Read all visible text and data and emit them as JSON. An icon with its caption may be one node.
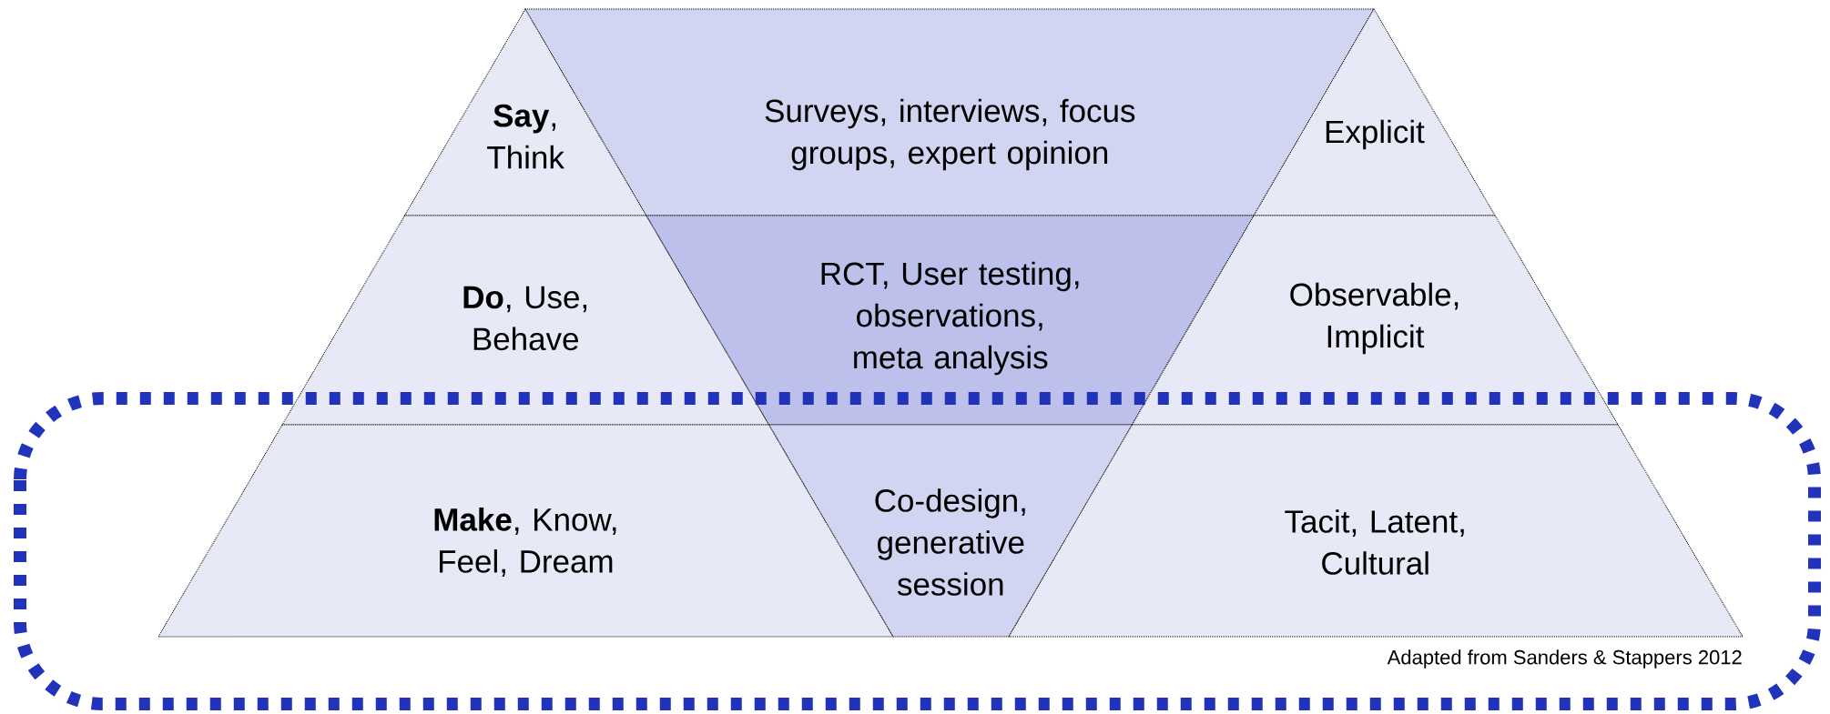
{
  "diagram": {
    "caption": "Adapted from Sanders & Stappers 2012",
    "nodes": [
      {
        "text": [
          "**Say**, Think"
        ]
      },
      {
        "text": [
          "Surveys, interviews, focus groups, expert opinion"
        ]
      },
      {
        "text": [
          "Explicit"
        ]
      },
      {
        "text": [
          "**Do**, Use, Behave"
        ]
      },
      {
        "text": [
          "RCT, User testing, observations, meta analysis"
        ]
      },
      {
        "text": [
          "Observable, Implicit"
        ]
      },
      {
        "text": [
          "**Make**, Know, Feel, Dream"
        ]
      },
      {
        "text": [
          "Co-design, generative session"
        ]
      },
      {
        "text": [
          "Tacit, Latent, Cultural"
        ]
      }
    ]
  }
}
